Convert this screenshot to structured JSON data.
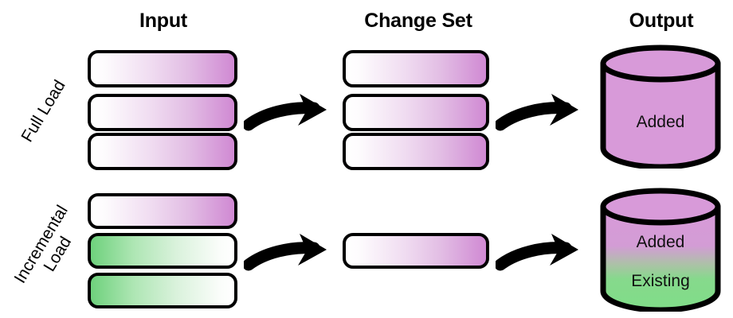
{
  "diagram": {
    "title_headings": [
      {
        "id": "input",
        "label": "Input"
      },
      {
        "id": "change_set",
        "label": "Change Set"
      },
      {
        "id": "output",
        "label": "Output"
      }
    ],
    "rows": [
      {
        "id": "full_load",
        "label_lines": [
          "Full Load"
        ],
        "input_bars": [
          {
            "kind": "added"
          },
          {
            "kind": "added"
          },
          {
            "kind": "added"
          }
        ],
        "change_set_bars": [
          {
            "kind": "added"
          },
          {
            "kind": "added"
          },
          {
            "kind": "added"
          }
        ],
        "output_cylinder": {
          "segments": [
            {
              "label": "Added",
              "kind": "added"
            }
          ]
        }
      },
      {
        "id": "incremental_load",
        "label_lines": [
          "Incremental",
          "Load"
        ],
        "input_bars": [
          {
            "kind": "added"
          },
          {
            "kind": "existing"
          },
          {
            "kind": "existing"
          }
        ],
        "change_set_bars": [
          {
            "kind": "added"
          }
        ],
        "output_cylinder": {
          "segments": [
            {
              "label": "Added",
              "kind": "added"
            },
            {
              "label": "Existing",
              "kind": "existing"
            }
          ]
        }
      }
    ],
    "legend_semantics": {
      "added_color": "#d089d3",
      "existing_color": "#6ed17c",
      "cylinder_added_fill": "#d89ad9",
      "cylinder_existing_fill": "#80dd88",
      "outline_color": "#000000",
      "arrow_color": "#000000",
      "background": "#ffffff"
    },
    "arrows": [
      {
        "id": "full-load-input-to-changeset",
        "from": "input",
        "to": "change_set"
      },
      {
        "id": "full-load-changeset-to-output",
        "from": "change_set",
        "to": "output"
      },
      {
        "id": "incremental-input-to-changeset",
        "from": "input",
        "to": "change_set"
      },
      {
        "id": "incremental-changeset-to-output",
        "from": "change_set",
        "to": "output"
      }
    ]
  }
}
